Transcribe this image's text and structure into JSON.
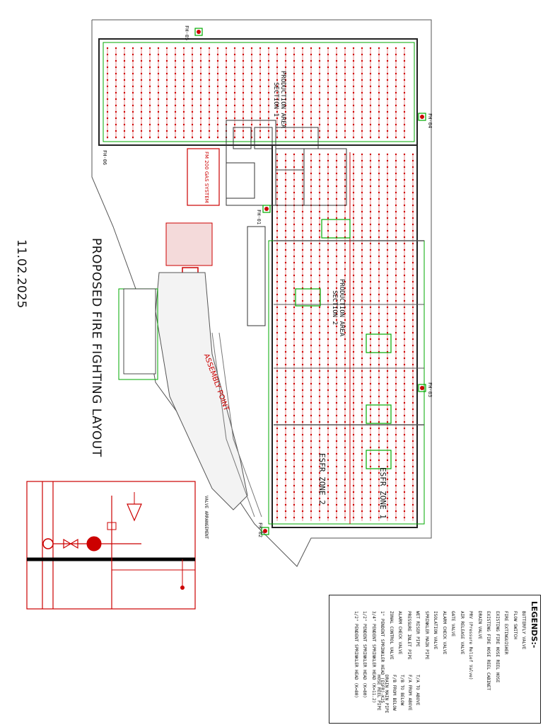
{
  "title": "PROPOSED FIRE FIGHTING LAYOUT",
  "date": "11.02.2025",
  "areas": {
    "production_1": "PRODUCTION AREA SECTION 1",
    "production_2": "PRODUCTION AREA SECTION 2",
    "esfr_zone_1": "ESFR ZONE 1",
    "esfr_zone_2": "ESFR ZONE 2",
    "assembly_point": "ASSEMBLY POINT",
    "pump_room": "FM 200 GAS SYSTEM"
  },
  "hydrant_tags": [
    "FH-05",
    "FH-04",
    "FH-03",
    "FH-02",
    "FH-01",
    "FH-06"
  ],
  "valve_arrangement_label": "VALVE ARRANGEMENT",
  "legend": {
    "heading": "LEGENDS:-",
    "items": [
      "BUTTERFLY VALVE",
      "FLOW SWITCH",
      "FIRE EXTINGUISHER",
      "EXISTING FIRE HOSE REEL HOSE",
      "EXISTING FIRE HOSE REEL CABINET",
      "DRAIN VALVE",
      "PRV (Pressure Relief Valve)",
      "AIR RELEASE VALVE",
      "GATE VALVE",
      "ALARM CHECK VALVE",
      "ISOLATION VALVE",
      "SPRINKLER MAIN PIPE",
      "WET RISER PIPE",
      "PRESSURE INLET PIPE",
      "ALARM CHECK VALVE",
      "ZONAL CONTROL VALVE",
      "1\" PENDENT SPRINKLER HEAD (ESFR)-K25",
      "3/4\" PENDENT SPRINKLER HEAD (K=11.2)",
      "1/2\" PENDENT SPRINKLER HEAD (K=80)",
      "1/2\" PENDENT SPRINKLER HEAD (K=80)"
    ],
    "right_items": [
      "T/A TO ABOVE",
      "F/A FROM ABOVE",
      "T/B TO BELOW",
      "F/B FROM BELOW",
      "DRAIN MAIN PIPE",
      "HOSE REEL PIPE"
    ]
  }
}
